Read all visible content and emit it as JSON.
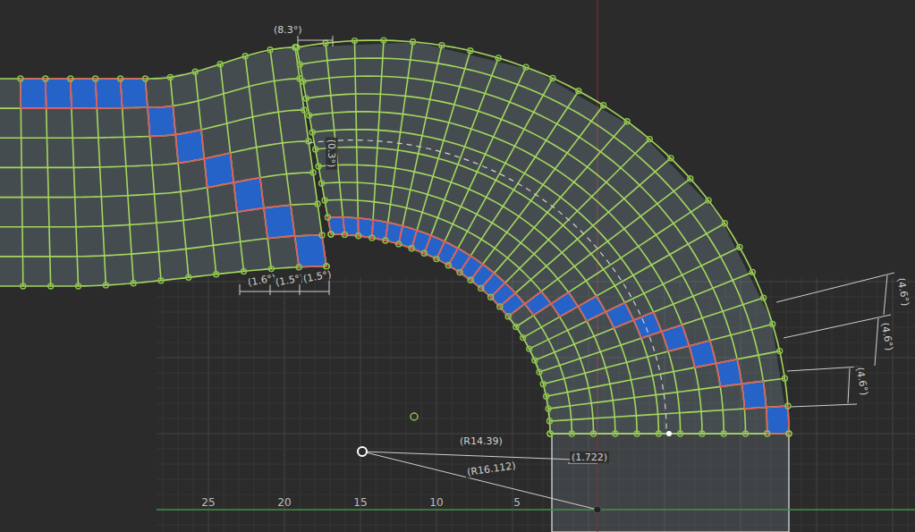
{
  "diagram": {
    "labels": [
      "(8.3°)",
      "(0.3°)",
      "(1.6°)",
      "(1.5°)",
      "(1.5°)",
      "(4.6°)",
      "(4.6°)",
      "(4.6°)",
      "(R14.39)",
      "(R16.112)",
      "(1.722)",
      "25",
      "20",
      "15",
      "10",
      "5"
    ]
  }
}
